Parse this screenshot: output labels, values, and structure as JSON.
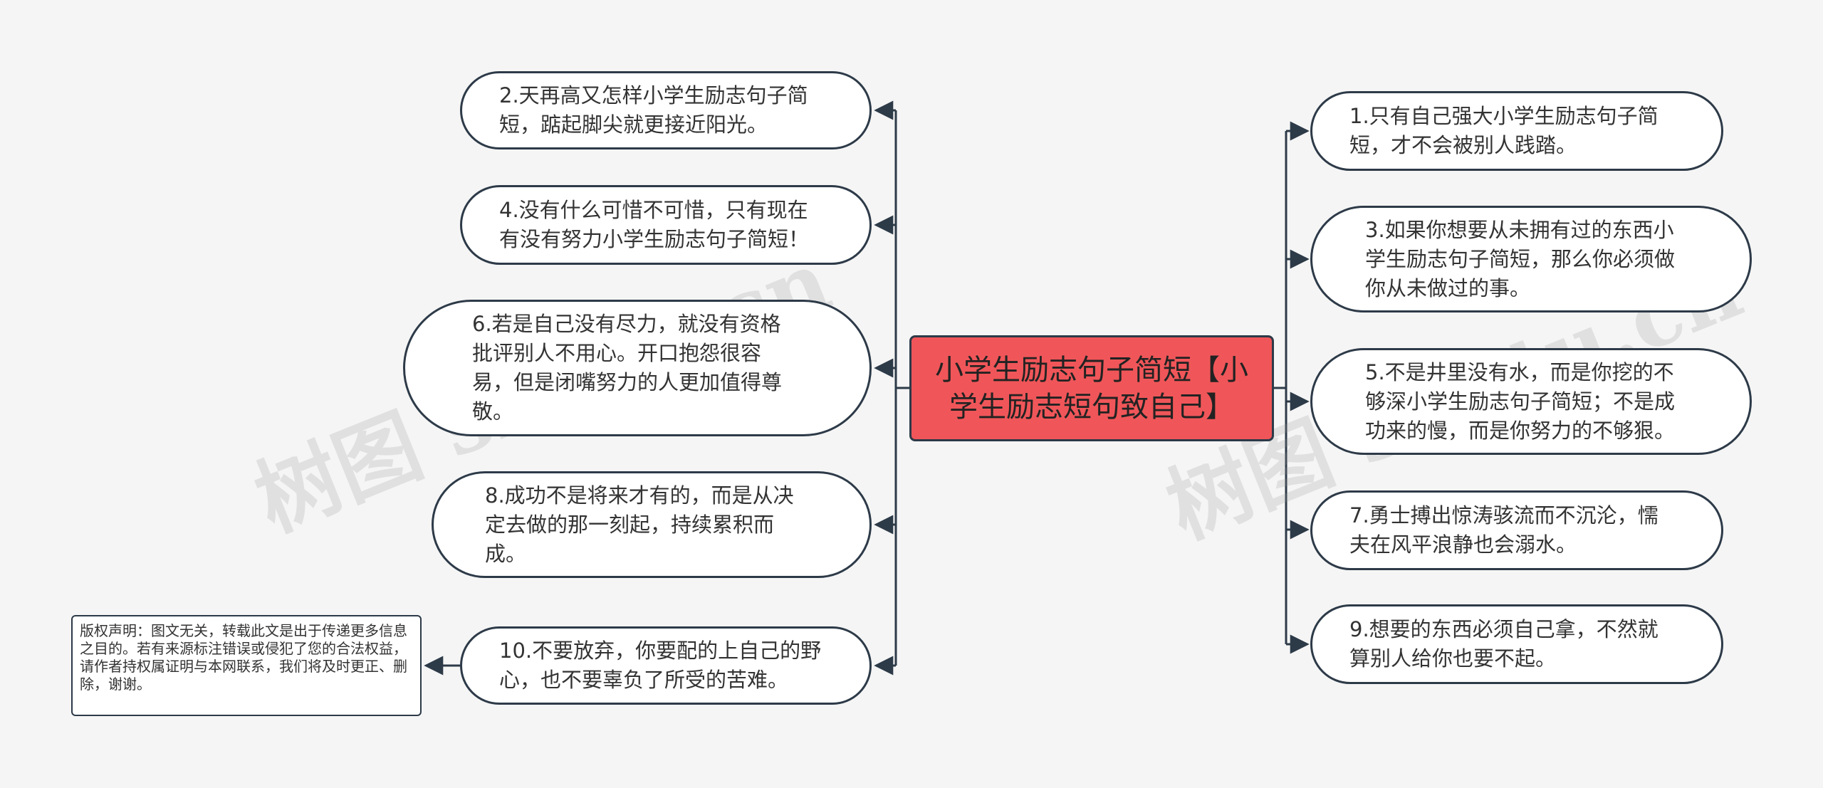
{
  "watermarks": [
    "树图 shutu.cn",
    "树图 shutu.cn"
  ],
  "center": {
    "label": "小学生励志句子简短【小学生励志短句致自己】"
  },
  "left_nodes": [
    {
      "label": "2.天再高又怎样小学生励志句子简短，踮起脚尖就更接近阳光。"
    },
    {
      "label": "4.没有什么可惜不可惜，只有现在有没有努力小学生励志句子简短！"
    },
    {
      "label": "6.若是自己没有尽力，就没有资格批评别人不用心。开口抱怨很容易，但是闭嘴努力的人更加值得尊敬。"
    },
    {
      "label": "8.成功不是将来才有的，而是从决定去做的那一刻起，持续累积而成。"
    },
    {
      "label": "10.不要放弃，你要配的上自己的野心，也不要辜负了所受的苦难。"
    }
  ],
  "right_nodes": [
    {
      "label": "1.只有自己强大小学生励志句子简短，才不会被别人践踏。"
    },
    {
      "label": "3.如果你想要从未拥有过的东西小学生励志句子简短，那么你必须做你从未做过的事。"
    },
    {
      "label": "5.不是井里没有水，而是你挖的不够深小学生励志句子简短；不是成功来的慢，而是你努力的不够狠。"
    },
    {
      "label": "7.勇士搏出惊涛骇流而不沉沦，懦夫在风平浪静也会溺水。"
    },
    {
      "label": "9.想要的东西必须自己拿，不然就算别人给你也要不起。"
    }
  ],
  "copyright_note": {
    "label": "版权声明：图文无关，转载此文是出于传递更多信息之目的。若有来源标注错误或侵犯了您的合法权益，请作者持权属证明与本网联系，我们将及时更正、删除，谢谢。"
  },
  "colors": {
    "center_fill": "#f05659",
    "line": "#2d3a48",
    "background": "#f5f5f5"
  }
}
